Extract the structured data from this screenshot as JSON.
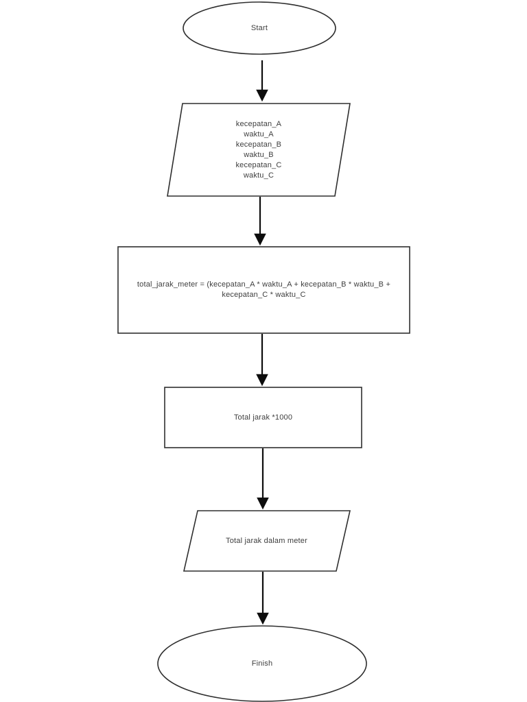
{
  "diagram": {
    "type": "flowchart",
    "colors": {
      "background": "#ffffff",
      "stroke": "#2e2e2e",
      "text": "#3d3d3d",
      "arrow": "#0d0d0d"
    },
    "nodes": {
      "start": {
        "type": "terminator",
        "label": "Start"
      },
      "inputs": {
        "type": "input-parallelogram",
        "lines": [
          "kecepatan_A",
          "waktu_A",
          "kecepatan_B",
          "waktu_B",
          "kecepatan_C",
          "waktu_C"
        ]
      },
      "process": {
        "type": "process",
        "label": "total_jarak_meter = (kecepatan_A * waktu_A + kecepatan_B * waktu_B + kecepatan_C * waktu_C"
      },
      "convert": {
        "type": "process",
        "label": "Total jarak *1000"
      },
      "output": {
        "type": "output-parallelogram",
        "label": "Total jarak dalam meter"
      },
      "finish": {
        "type": "terminator",
        "label": "Finish"
      }
    },
    "edges": [
      {
        "from": "start",
        "to": "inputs"
      },
      {
        "from": "inputs",
        "to": "process"
      },
      {
        "from": "process",
        "to": "convert"
      },
      {
        "from": "convert",
        "to": "output"
      },
      {
        "from": "output",
        "to": "finish"
      }
    ]
  }
}
